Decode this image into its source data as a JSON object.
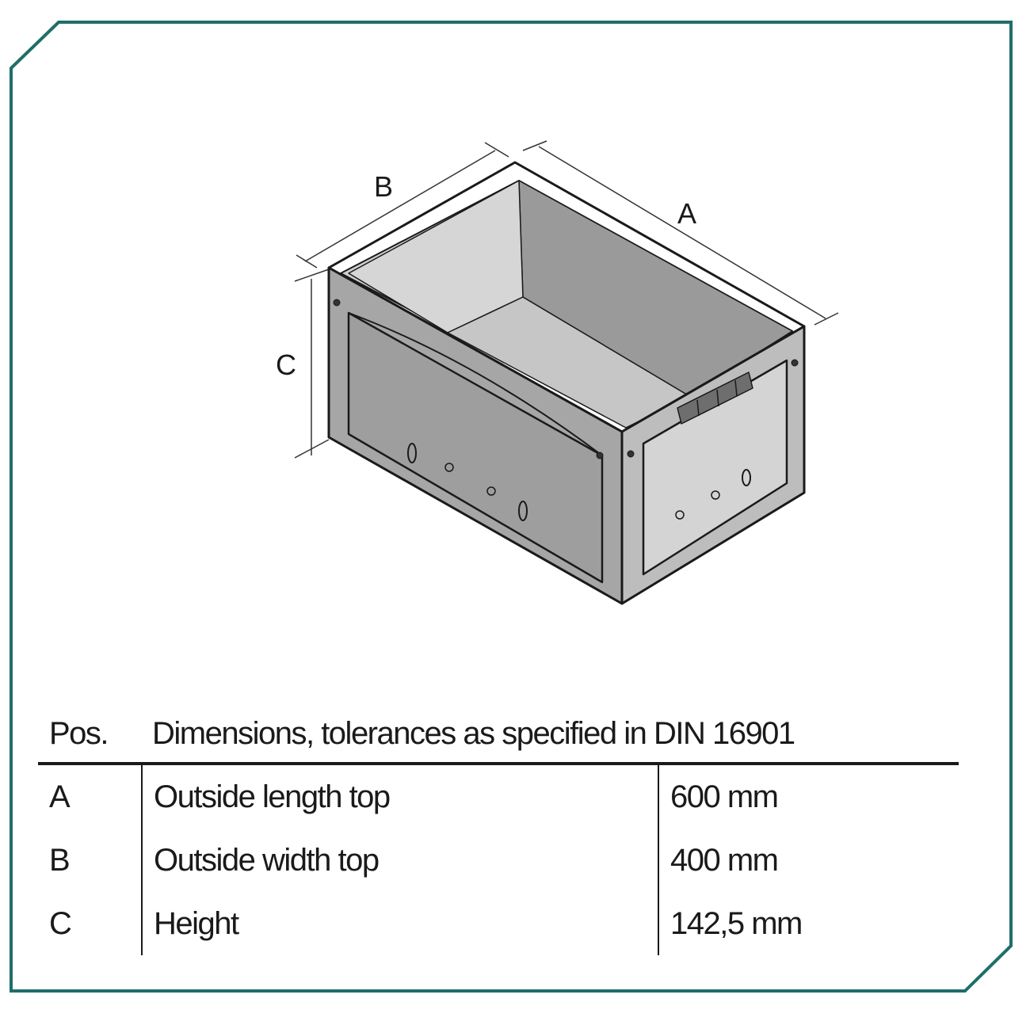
{
  "colors": {
    "frame": "#1f6e6a",
    "box_fill": "#a4a4a4",
    "box_light": "#cfcfcf",
    "box_dark": "#8f8f8f",
    "line": "#1a1a1a"
  },
  "labels": {
    "a": "A",
    "b": "B",
    "c": "C"
  },
  "table": {
    "headers": {
      "pos": "Pos.",
      "desc": "Dimensions, tolerances as specified in DIN 16901"
    },
    "rows": [
      {
        "pos": "A",
        "desc": "Outside length top",
        "value": "600 mm"
      },
      {
        "pos": "B",
        "desc": "Outside width top",
        "value": "400 mm"
      },
      {
        "pos": "C",
        "desc": "Height",
        "value": "142,5 mm"
      }
    ]
  }
}
